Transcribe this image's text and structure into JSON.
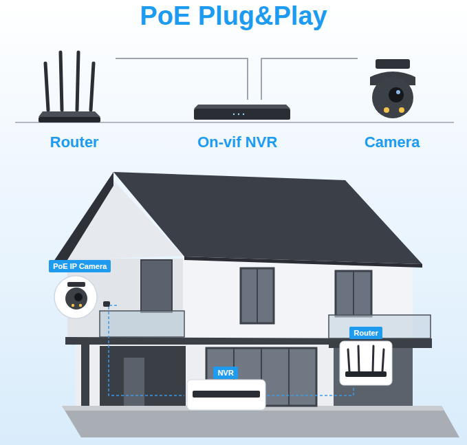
{
  "diagram": {
    "title": "PoE Plug&Play",
    "nodes": [
      {
        "text": [
          "Router"
        ]
      },
      {
        "text": [
          "On-vif NVR"
        ]
      },
      {
        "text": [
          "Camera"
        ]
      },
      {
        "text": [
          "PoE IP Camera"
        ]
      },
      {
        "text": [
          "Router"
        ]
      },
      {
        "text": [
          "NVR"
        ]
      }
    ],
    "edges": [
      {
        "from": 0,
        "to": 1,
        "arrow": "none"
      },
      {
        "from": 1,
        "to": 2,
        "arrow": "none"
      },
      {
        "from": 3,
        "to": 5,
        "arrow": "none"
      },
      {
        "from": 5,
        "to": 4,
        "arrow": "none"
      }
    ]
  }
}
